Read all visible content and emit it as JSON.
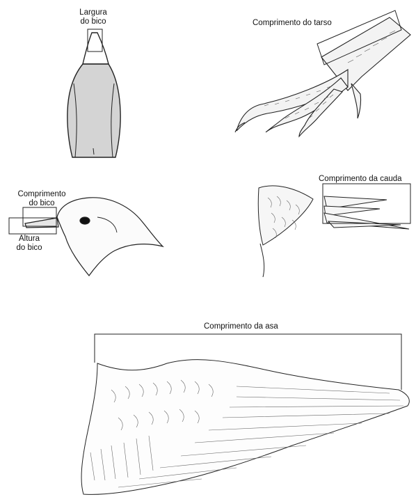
{
  "labels": {
    "beak_width": [
      "Largura",
      "do bico"
    ],
    "tarsus_length": "Comprimento do tarso",
    "beak_length": [
      "Comprimento",
      "do bico"
    ],
    "beak_height": [
      "Altura",
      "do bico"
    ],
    "tail_length": "Comprimento da cauda",
    "wing_length": "Comprimento da asa"
  }
}
